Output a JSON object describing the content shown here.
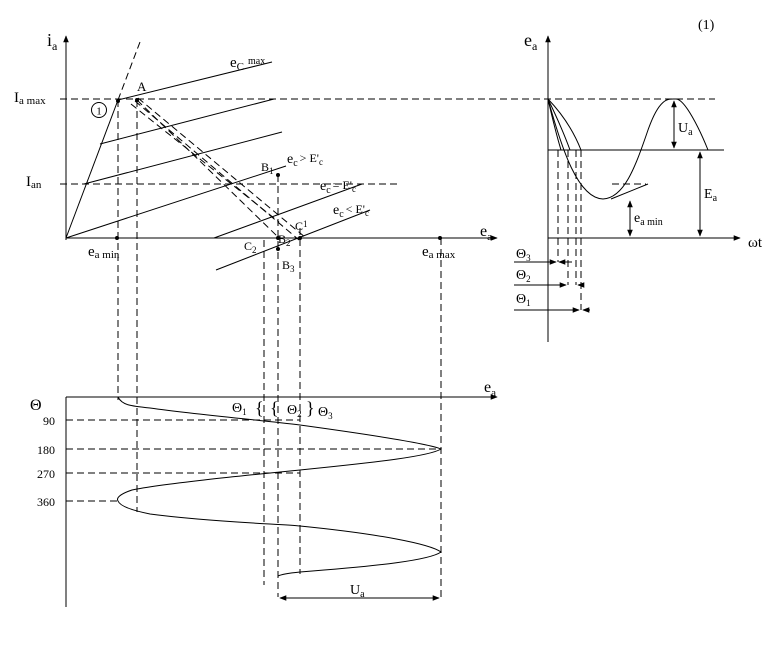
{
  "figure_number": "(1)",
  "left_plot": {
    "y_axis_label": "i",
    "y_axis_sub": "a",
    "x_axis_label": "e",
    "x_axis_sub": "a",
    "ia_max": {
      "main": "I",
      "sub": "a max"
    },
    "ian": {
      "main": "I",
      "sub": "an"
    },
    "ea_min": {
      "main": "e",
      "sub": "a min"
    },
    "ea_max": {
      "main": "e",
      "sub": "a max"
    },
    "point_A": "A",
    "circle_label": "1",
    "point_B1": {
      "main": "B",
      "sub": "1"
    },
    "point_B2": {
      "main": "B",
      "sub": "2"
    },
    "point_B3": {
      "main": "B",
      "sub": "3"
    },
    "point_C1": {
      "main": "C",
      "sub": "1"
    },
    "point_C2": {
      "main": "C",
      "sub": "2"
    },
    "curve_ec_max": {
      "main": "e",
      "sub": "C",
      "tail": "max"
    },
    "curve_ec_gt": {
      "main": "e",
      "sub": "c",
      "tail": "> E'",
      "tail_sub": "c"
    },
    "curve_ec_eq": {
      "main": "e",
      "sub": "c",
      "tail": "= E'",
      "tail_sub": "c"
    },
    "curve_ec_lt": {
      "main": "e",
      "sub": "c",
      "tail": "< E'",
      "tail_sub": "c"
    }
  },
  "right_plot": {
    "y_axis_label": "e",
    "y_axis_sub": "a",
    "x_axis_label": "ωt",
    "ua": {
      "main": "U",
      "sub": "a"
    },
    "ea": {
      "main": "E",
      "sub": "a"
    },
    "ea_min": {
      "main": "e",
      "sub": "a min"
    },
    "theta1": {
      "main": "Θ",
      "sub": "1"
    },
    "theta2": {
      "main": "Θ",
      "sub": "2"
    },
    "theta3": {
      "main": "Θ",
      "sub": "3"
    }
  },
  "bottom_plot": {
    "theta_axis_label": "Θ",
    "x_axis_label": "e",
    "x_axis_sub": "a",
    "ticks": [
      "90",
      "180",
      "270",
      "360"
    ],
    "theta1": {
      "main": "Θ",
      "sub": "1"
    },
    "theta2": {
      "main": "Θ",
      "sub": "2"
    },
    "theta3": {
      "main": "Θ",
      "sub": "3"
    },
    "ua": {
      "main": "U",
      "sub": "a"
    }
  }
}
